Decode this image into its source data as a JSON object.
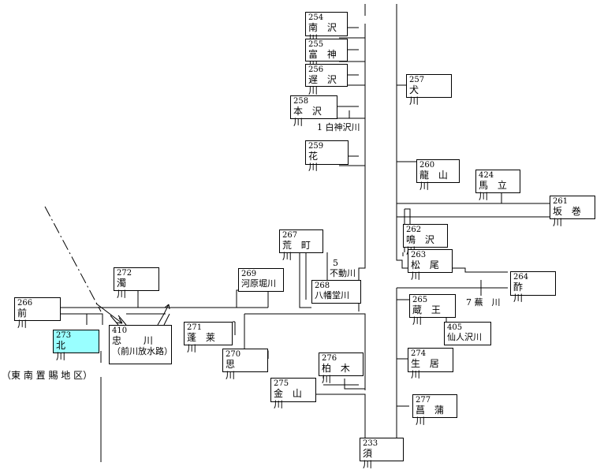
{
  "rivers": [
    {
      "id": "b254",
      "num": "254",
      "name": "南 沢 川"
    },
    {
      "id": "b255",
      "num": "255",
      "name": "富 神 川"
    },
    {
      "id": "b256",
      "num": "256",
      "name": "遅 沢 川"
    },
    {
      "id": "b258",
      "num": "258",
      "name": "本 沢 川"
    },
    {
      "id": "b259",
      "num": "259",
      "name": "花　 川"
    },
    {
      "id": "b257",
      "num": "257",
      "name": "犬　 川"
    },
    {
      "id": "b260",
      "num": "260",
      "name": "龍 山 川"
    },
    {
      "id": "b424",
      "num": "424",
      "name": "馬 立 川"
    },
    {
      "id": "b261",
      "num": "261",
      "name": "坂 巻 川"
    },
    {
      "id": "b262",
      "num": "262",
      "name": "鳴 沢 川"
    },
    {
      "id": "b263",
      "num": "263",
      "name": "松 尾 川"
    },
    {
      "id": "b264",
      "num": "264",
      "name": "酢　 川"
    },
    {
      "id": "b265",
      "num": "265",
      "name": "蔵 王 川"
    },
    {
      "id": "b405",
      "num": "405",
      "name": "仙人沢川"
    },
    {
      "id": "b274",
      "num": "274",
      "name": "生 居 川"
    },
    {
      "id": "b277",
      "num": "277",
      "name": "菖 蒲 川"
    },
    {
      "id": "b233",
      "num": "233",
      "name": "須　 川"
    },
    {
      "id": "b267",
      "num": "267",
      "name": "荒 町 川"
    },
    {
      "id": "b269",
      "num": "269",
      "name": "河原堀川"
    },
    {
      "id": "b268",
      "num": "268",
      "name": "八幡堂川"
    },
    {
      "id": "b272",
      "num": "272",
      "name": "濁　 川"
    },
    {
      "id": "b266",
      "num": "266",
      "name": "前　 川"
    },
    {
      "id": "b273",
      "num": "273",
      "name": "北　 川"
    },
    {
      "id": "b410",
      "num": "410",
      "name": "忠　 川",
      "sub": "（前川放水路）"
    },
    {
      "id": "b271",
      "num": "271",
      "name": "蓬 莱 川"
    },
    {
      "id": "b270",
      "num": "270",
      "name": "思　 川"
    },
    {
      "id": "b276",
      "num": "276",
      "name": "柏 木 川"
    },
    {
      "id": "b275",
      "num": "275",
      "name": "金 山 川"
    }
  ],
  "labels": {
    "shirokamisawa": "1 白神沢川",
    "fudo_num": "5",
    "fudo": "不動川",
    "kabura": "7 蕪　川",
    "region": "（東 南 置 賜 地 区）"
  },
  "colors": {
    "highlight": "#99ffff",
    "line": "#000000"
  }
}
